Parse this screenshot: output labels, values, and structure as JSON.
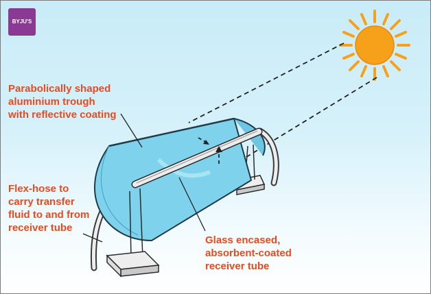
{
  "logo": {
    "text": "BYJU'S"
  },
  "labels": {
    "trough": [
      "Parabolically shaped",
      "aluminium trough",
      "with reflective coating"
    ],
    "hose": [
      "Flex-hose to",
      "carry transfer",
      "fluid to and from",
      "receiver tube"
    ],
    "tube": [
      "Glass encased,",
      "absorbent-coated",
      "receiver tube"
    ]
  },
  "colors": {
    "label_text": "#e84a1e",
    "sun": "#f7a11a",
    "trough_fill": "#7fd2ec",
    "background_top": "#c9ecf8",
    "logo_bg": "#8a3a92"
  },
  "icons": {
    "sun": "sun-icon"
  }
}
